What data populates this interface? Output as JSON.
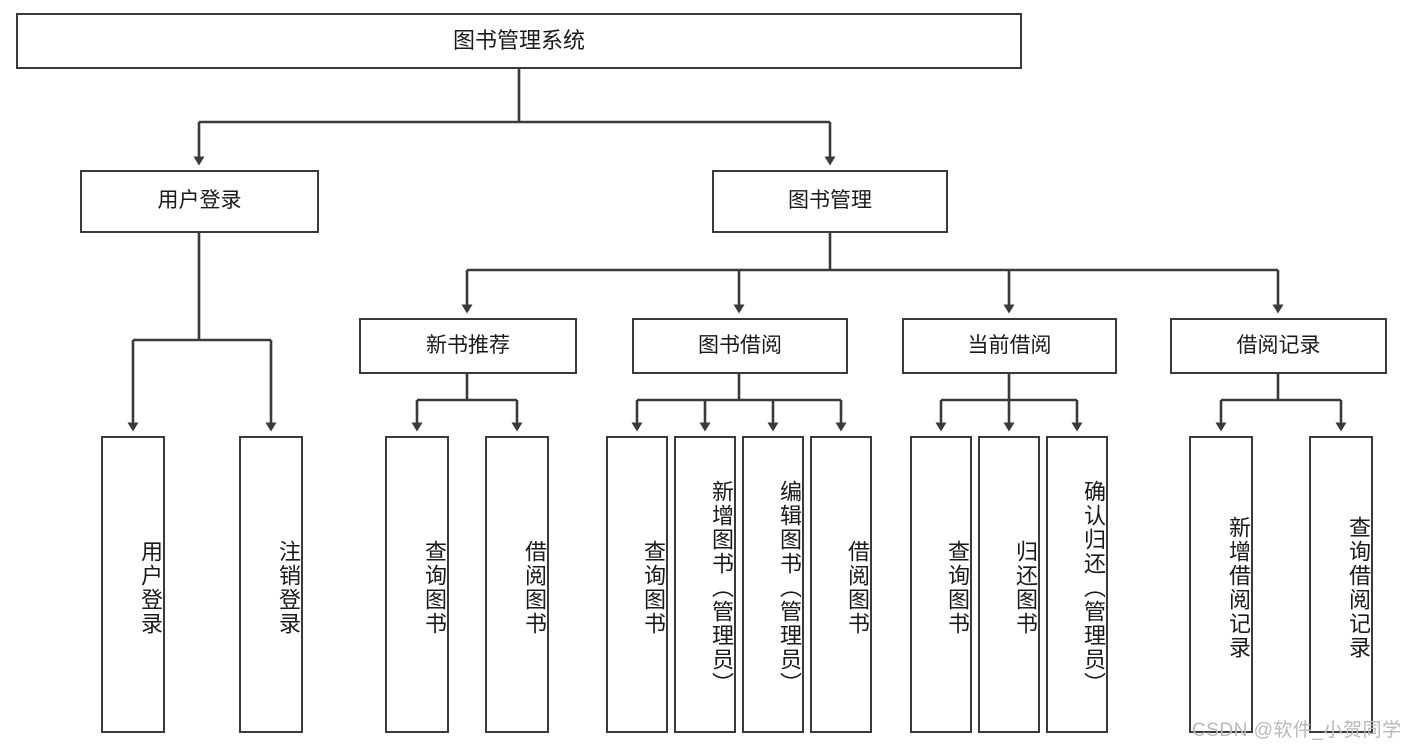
{
  "diagram": {
    "type": "hierarchy-tree",
    "title": "图书管理系统",
    "watermark": "CSDN @软件_小贺同学",
    "colors": {
      "box_border": "#3a3a3a",
      "box_fill": "#ffffff",
      "connector": "#3a3a3a",
      "text": "#1a1a1a",
      "watermark": "#b9b9b9"
    },
    "root": {
      "label": "图书管理系统"
    },
    "level2": [
      {
        "label": "用户登录"
      },
      {
        "label": "图书管理"
      }
    ],
    "level3": [
      {
        "label": "新书推荐"
      },
      {
        "label": "图书借阅"
      },
      {
        "label": "当前借阅"
      },
      {
        "label": "借阅记录"
      }
    ],
    "leaves": {
      "user_login": [
        {
          "label": "用户登录"
        },
        {
          "label": "注销登录"
        }
      ],
      "new_book": [
        {
          "label": "查询图书"
        },
        {
          "label": "借阅图书"
        }
      ],
      "book_borrow": [
        {
          "label": "查询图书"
        },
        {
          "label": "新增图书（管理员）"
        },
        {
          "label": "编辑图书（管理员）"
        },
        {
          "label": "借阅图书"
        }
      ],
      "current_borrow": [
        {
          "label": "查询图书"
        },
        {
          "label": "归还图书"
        },
        {
          "label": "确认归还（管理员）"
        }
      ],
      "borrow_record": [
        {
          "label": "新增借阅记录"
        },
        {
          "label": "查询借阅记录"
        }
      ]
    }
  }
}
